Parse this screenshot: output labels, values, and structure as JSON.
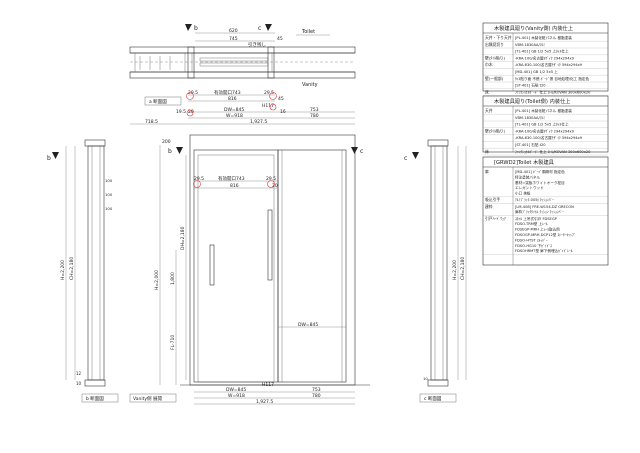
{
  "plan": {
    "tag_b": "b",
    "tag_c": "c",
    "dims_top": [
      "620",
      "745",
      "45"
    ],
    "door_label": "引き残し",
    "toilet_label": "Toilet",
    "vanity_label": "Vanity",
    "view_a_label": "a 断面図",
    "dim_row1": [
      "29.5",
      "有効開口743",
      "29.5"
    ],
    "dim_row2": [
      "816",
      "45"
    ],
    "small_dims": [
      "19.5",
      "16"
    ],
    "dim_dw": "DW=845",
    "dim_w": "W=918",
    "dim_20": "20",
    "dim_753": "753",
    "dim_780": "780",
    "dim_1927": "1,927.5",
    "dim_7185": "718.5",
    "dim_117": "H117"
  },
  "elev": {
    "tag_b": "b",
    "tag_c": "c",
    "h_total": "H=2,200",
    "ch_total": "CH=2,180",
    "dh": "DH=2,180",
    "dim_200": "200",
    "dim_2000": "H=2,000",
    "dim_1800": "1,800",
    "dim_fl": "FL-710",
    "dim_12": [
      "12",
      "10"
    ],
    "small_v": [
      "100",
      "100",
      "100",
      "10"
    ],
    "dim_row1": [
      "29.5",
      "有効開口743",
      "29.5"
    ],
    "dim_816": "816",
    "dim_20": "20",
    "dw": "DW=845",
    "w918": "W=918",
    "dim_753": "753",
    "dim_780": "780",
    "dim_1927": "1,927.5",
    "h117": "H117",
    "dw845b": "DW=845",
    "label_b": "b 断面図",
    "label_vanity": "Vanity側 展開",
    "label_c": "c 断面図"
  },
  "spec1": {
    "title": "木製建具廻り(Vanity側) 内装仕上",
    "rows": [
      {
        "k": "天井・下り天井",
        "v": "[PL-401] 木製化粧パネル 樹脂塗装"
      },
      {
        "k": "出隅見切り",
        "v": "VBM-1830AA/ｱﾙﾐ"
      },
      {
        "k": "",
        "v": "[TL-401] GB 1/2 5x5 上ﾀｲﾙ仕上"
      },
      {
        "k": "壁(ﾀｲﾙ貼り)",
        "v": "-KRA-100/名古屋ﾓｻﾞｲｸ 294x294x9"
      },
      {
        "k": "巾木",
        "v": "-KRA-630-100/名古屋ﾓｻﾞｲｸ 594x294x9"
      },
      {
        "k": "",
        "v": "[MD-401] GB 1/2 5x5 上"
      },
      {
        "k": "壁(一般部)",
        "v": "ﾀｲﾙ貼り面 不燃 ﾎﾞｰﾄﾞ張 目地処理/化工 指定色"
      },
      {
        "k": "",
        "v": "[ST-401] 石貼 t20"
      },
      {
        "k": "床",
        "v": "ﾌｧﾝｸｼｮﾅﾙﾎﾞｰﾄﾞ 仕上 ﾛｰﾙ/KOVAN 300x600x20"
      }
    ]
  },
  "spec2": {
    "title": "木製建具廻り(Toilet側) 内装仕上",
    "rows": [
      {
        "k": "天井",
        "v": "[PL-401] 木製化粧パネル 樹脂塗装"
      },
      {
        "k": "",
        "v": "VBM-1830AA/ｱﾙﾐ"
      },
      {
        "k": "",
        "v": "[TL-401] GB 1/2 5x5 上ﾀｲﾙ仕上"
      },
      {
        "k": "壁(ﾀｲﾙ貼り)",
        "v": "-KRA-100/名古屋ﾓｻﾞｲｸ 294x294x9"
      },
      {
        "k": "",
        "v": "-KRA-630-100/名古屋ﾓｻﾞｲｸ 594x294x9"
      },
      {
        "k": "",
        "v": "[ST-401] 石貼 t20"
      },
      {
        "k": "床",
        "v": "ﾌｧﾝｸｼｮﾅﾙﾎﾞｰﾄﾞ 仕上 ﾛｰﾙ/KOVAN 300x600x20"
      }
    ]
  },
  "spec3": {
    "title": "[GRWD2]Toilet 木製建具",
    "rows": [
      {
        "k": "扉",
        "v": "[MD-401] ﾎﾞｰﾄﾞ胴縁材 指定色\n特注塗装パネル\n基材=突板ホワイトオーク柾目\nエレガントウッド\n小口 挟板"
      },
      {
        "k": "吸込引手",
        "v": "ｱﾙﾐﾌﾞﾗｯｸ-005J ｸｯｼｮﾝﾊﾞｰ"
      },
      {
        "k": "建枠",
        "v": "[LM-408] FRE-W154-DZ GRECON\n扉枠ﾌﾞﾗｯｸﾀｲﾄﾙ ｸｯｼｮﾝ ｸｯｼｮﾝﾊﾞｰ"
      },
      {
        "k": "引戸ﾊｰﾄﾞｳｪｱ",
        "v": "ｽﾀｲﾙ 上吊式引戸 FDSEGP\nFDSO-TRM型  上ﾚｰﾙ\nFDSEGP-MRH 上ﾚｰﾙ取込用\nFDSOGP-MRH-DCP12型 ｽﾄｰﾀｰｷｬｯﾌﾟ\nFDSO-HTST ｽﾄｯﾊﾟｰ\nFDSO-HG10 下ｶﾞｲﾄﾞｽ\nFDSOHRMT型 扉下側埋込ｶﾞｲﾄﾞﾚｰﾙ"
      }
    ]
  }
}
